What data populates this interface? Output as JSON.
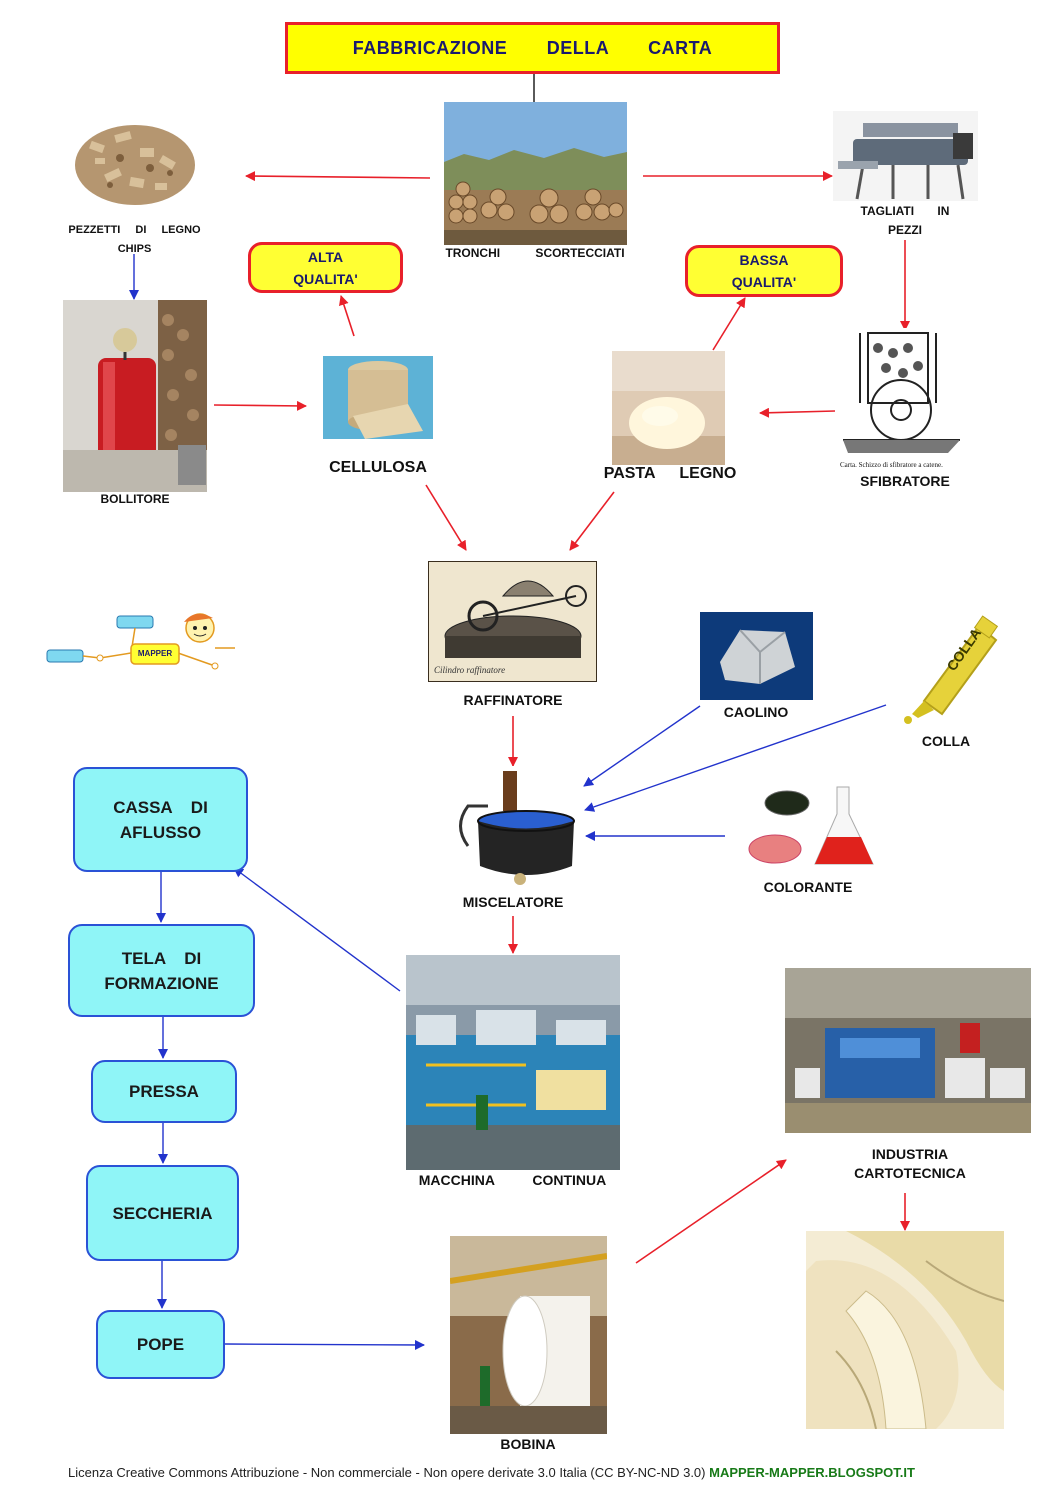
{
  "title": "FABBRICAZIONE DELLA CARTA",
  "quality": {
    "high": "ALTA\nQUALITA'",
    "low": "BASSA\nQUALITA'"
  },
  "labels": {
    "chips": "PEZZETTI DI LEGNO\nCHIPS",
    "logs": "TRONCHI SCORTECCIATI",
    "cut": "TAGLIATI IN\nPEZZI",
    "boiler": "BOLLITORE",
    "cellulose": "CELLULOSA",
    "wood_pulp": "PASTA LEGNO",
    "defibrator": "SFIBRATORE",
    "defibrator_caption": "Carta. Schizzo di sfibratore a catene.",
    "refiner": "RAFFINATORE",
    "refiner_caption": "Cilindro raffinatore",
    "kaolin": "CAOLINO",
    "glue": "COLLA",
    "glue_tube": "COLLA",
    "dye": "COLORANTE",
    "mixer": "MISCELATORE",
    "machine": "MACCHINA CONTINUA",
    "industry": "INDUSTRIA\nCARTOTECNICA",
    "reel": "BOBINA"
  },
  "steps": [
    "CASSA DI\nAFLUSSO",
    "TELA DI\nFORMAZIONE",
    "PRESSA",
    "SECCHERIA",
    "POPE"
  ],
  "mascot": {
    "badge": "MAPPER"
  },
  "footer": {
    "license": "Licenza Creative Commons Attribuzione - Non commerciale - Non opere derivate 3.0 Italia (CC BY-NC-ND 3.0) ",
    "site": "MAPPER-MAPPER.BLOGSPOT.IT"
  },
  "colors": {
    "red_arrow": "#e8202a",
    "blue_arrow": "#2233cc",
    "title_fill": "#ffff00",
    "step_fill": "#8ff5f7",
    "site_green": "#177a17"
  }
}
